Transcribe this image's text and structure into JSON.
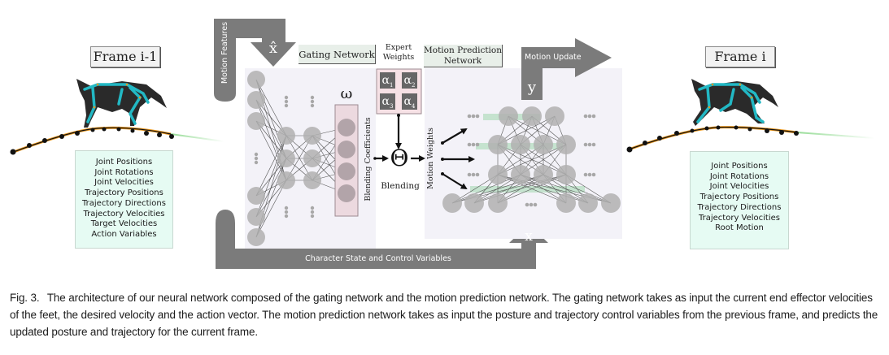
{
  "left_frame": {
    "label": "Frame i-1",
    "inputs": [
      "Joint Positions",
      "Joint Rotations",
      "Joint Velocities",
      "Trajectory Positions",
      "Trajectory Directions",
      "Trajectory Velocities",
      "Target Velocities",
      "Action Variables"
    ]
  },
  "right_frame": {
    "label": "Frame i",
    "outputs": [
      "Joint Positions",
      "Joint Rotations",
      "Joint Velocities",
      "Trajectory Positions",
      "Trajectory Directions",
      "Trajectory Velocities",
      "Root Motion"
    ]
  },
  "gating_network": {
    "label": "Gating Network",
    "input_arrow_label": "Motion Features",
    "input_symbol": "x̂",
    "output_symbol": "ω",
    "output_label": "Blending Coefficients"
  },
  "expert_weights": {
    "label_line1": "Expert",
    "label_line2": "Weights",
    "alphas": [
      {
        "base": "α",
        "sub": "1"
      },
      {
        "base": "α",
        "sub": "2"
      },
      {
        "base": "α",
        "sub": "3"
      },
      {
        "base": "α",
        "sub": "4"
      }
    ]
  },
  "blending": {
    "symbol": "Θ",
    "label": "Blending"
  },
  "motion_prediction_network": {
    "label_line1": "Motion Prediction",
    "label_line2": "Network",
    "weights_label": "Motion Weights",
    "output_arrow_label": "Motion Update",
    "output_symbol": "y",
    "input_symbol": "x"
  },
  "bottom_arrow": {
    "label": "Character State and Control Variables"
  },
  "colors": {
    "arrow_gray": "#7b7b7b",
    "panel_bg": "#f3f2f8",
    "node_gray": "#b0b0b0",
    "blend_box": "#ecd9df",
    "expert_box": "#f6e1e5",
    "green_band": "#c5e3cf",
    "skeleton_cyan": "#22b8c4",
    "trajectory_orange": "#e8951c",
    "info_box_bg": "#e6fbf3"
  },
  "caption": {
    "fig_label": "Fig. 3.",
    "text": "The architecture of our neural network composed of the gating network and the motion prediction network. The gating network takes as input the current end effector velocities of the feet, the desired velocity and the action vector. The motion prediction network takes as input the posture and trajectory control variables from the previous frame, and predicts the updated posture and trajectory for the current frame."
  }
}
